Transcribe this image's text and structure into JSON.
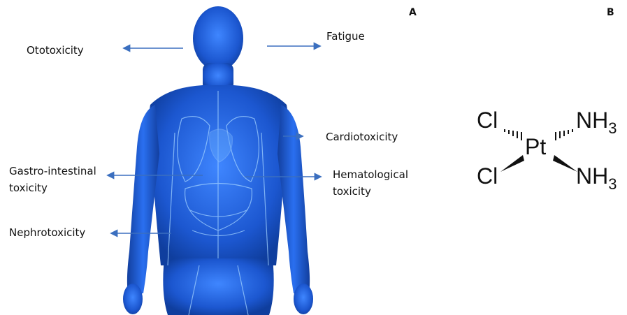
{
  "panels": {
    "a": {
      "letter": "A",
      "labels": {
        "ototoxicity": "Ototoxicity",
        "fatigue": "Fatigue",
        "cardiotoxicity": "Cardiotoxicity",
        "gastro_line1": "Gastro-intestinal",
        "gastro_line2": "toxicity",
        "hematological_line1": "Hematological",
        "hematological_line2": "toxicity",
        "nephrotoxicity": "Nephrotoxicity"
      }
    },
    "b": {
      "letter": "B",
      "molecule": {
        "center_atom": "Pt",
        "ligand_upper_left": "Cl",
        "ligand_lower_left": "Cl",
        "ligand_upper_right": "NH",
        "ligand_upper_right_subscript": "3",
        "ligand_lower_right": "NH",
        "ligand_lower_right_subscript": "3"
      }
    }
  },
  "colors": {
    "body_blue": "#1f5fd6",
    "arrow_blue": "#3b6fbf",
    "text": "#111111"
  }
}
